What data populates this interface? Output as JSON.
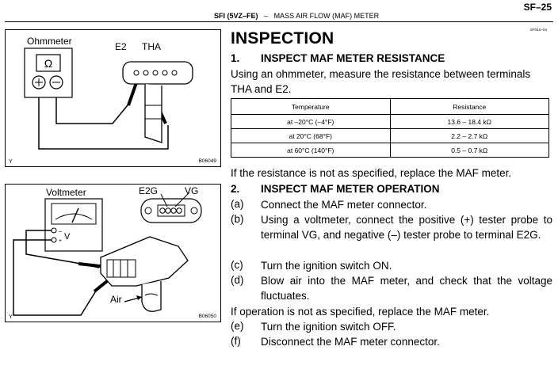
{
  "header": {
    "page_number": "SF–25",
    "section": "SFI (5VZ–FE)",
    "separator": "–",
    "topic": "MASS AIR FLOW (MAF) METER",
    "ref_code": "SF04S–04"
  },
  "figure1": {
    "meter_label": "Ohmmeter",
    "meter_symbol": "Ω",
    "terminal_left": "E2",
    "terminal_right": "THA",
    "corner": "Y",
    "code": "B06049"
  },
  "figure2": {
    "meter_label": "Voltmeter",
    "meter_unit": "V",
    "terminal_left": "E2G",
    "terminal_right": "VG",
    "air_label": "Air",
    "minus": "–",
    "plus": "+",
    "corner": "Y",
    "code": "B06050"
  },
  "title": "INSPECTION",
  "step1": {
    "num": "1.",
    "title": "INSPECT MAF METER RESISTANCE",
    "desc": "Using an ohmmeter, measure the resistance between terminals THA and E2.",
    "table": {
      "headers": [
        "Temperature",
        "Resistance"
      ],
      "rows": [
        [
          "at –20°C (–4°F)",
          "13.6 – 18.4 kΩ"
        ],
        [
          "at 20°C (68°F)",
          "2.2 – 2.7 kΩ"
        ],
        [
          "at 60°C (140°F)",
          "0.5 – 0.7 kΩ"
        ]
      ]
    },
    "note": "If the resistance is not as specified, replace the MAF meter."
  },
  "step2": {
    "num": "2.",
    "title": "INSPECT MAF METER OPERATION",
    "items": [
      {
        "letter": "(a)",
        "text": "Connect the MAF meter connector."
      },
      {
        "letter": "(b)",
        "text": "Using a voltmeter, connect the positive (+) tester probe to terminal VG, and negative (–) tester probe to terminal E2G."
      },
      {
        "letter": "(c)",
        "text": "Turn the ignition switch ON."
      },
      {
        "letter": "(d)",
        "text": "Blow air into the MAF meter, and check that the voltage fluctuates."
      }
    ],
    "note": "If operation is not as specified, replace the MAF meter.",
    "items_after": [
      {
        "letter": "(e)",
        "text": "Turn the ignition switch OFF."
      },
      {
        "letter": "(f)",
        "text": "Disconnect the MAF meter connector."
      }
    ]
  }
}
